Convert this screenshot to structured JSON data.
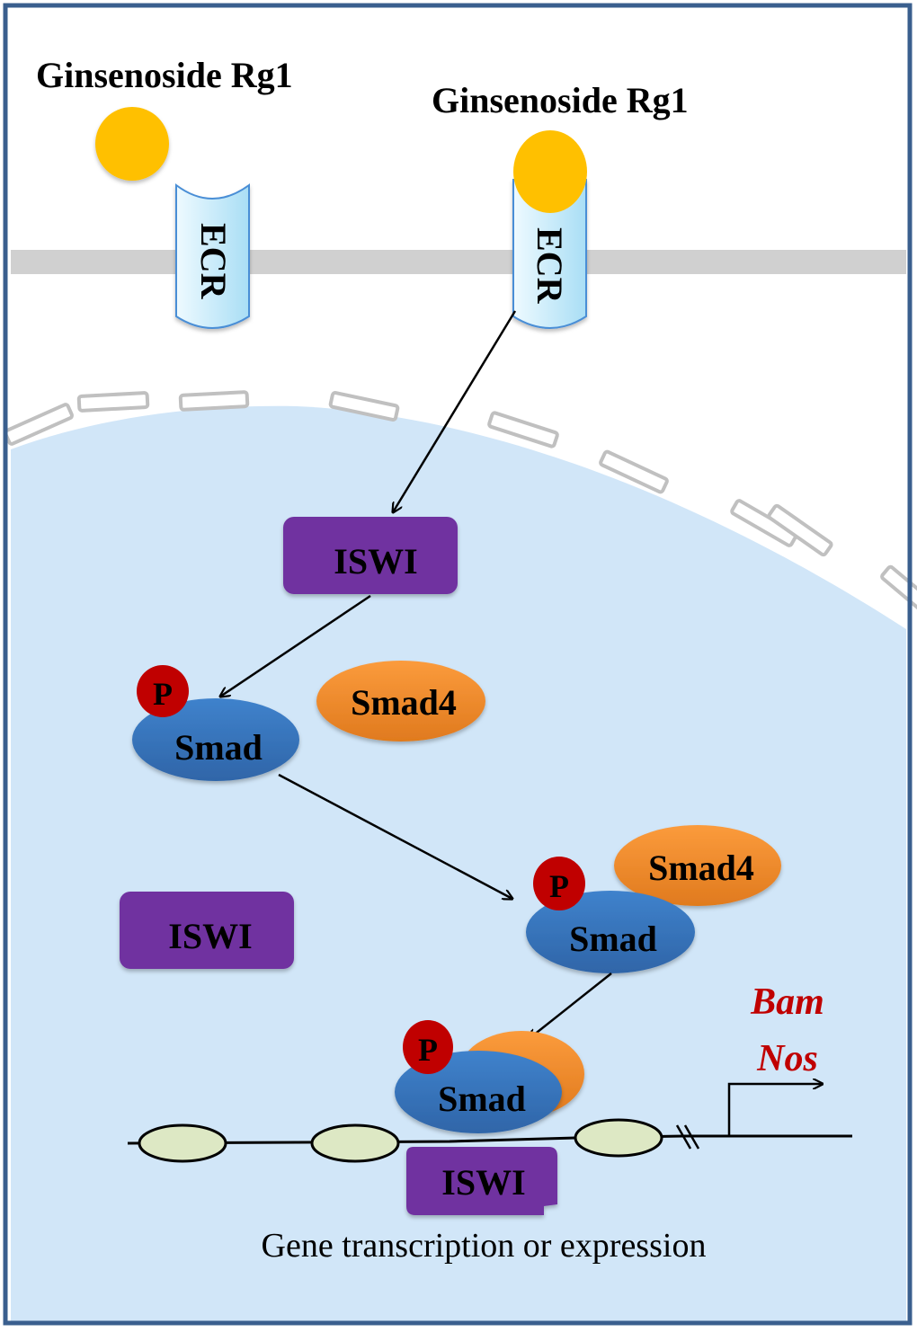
{
  "ligand_label": "Ginsenoside Rg1",
  "receptor_label": "ECR",
  "iswi_label": "ISWI",
  "smad_label": "Smad",
  "smad4_label": "Smad4",
  "phospho_label": "P",
  "genes": [
    "Bam",
    "Nos"
  ],
  "caption": "Gene transcription or expression",
  "colors": {
    "frame": "#3a5f8e",
    "membrane": "#d0d0d0",
    "nucleus_fill": "#d1e6f8",
    "ligand": "#ffc000",
    "receptor": "#c5ecfb",
    "iswi": "#7030a0",
    "smad": "#3a7ac4",
    "smad4": "#f79232",
    "phospho": "#c00000",
    "nucleosome": "#dde8c4",
    "gene_text": "#c00000"
  }
}
